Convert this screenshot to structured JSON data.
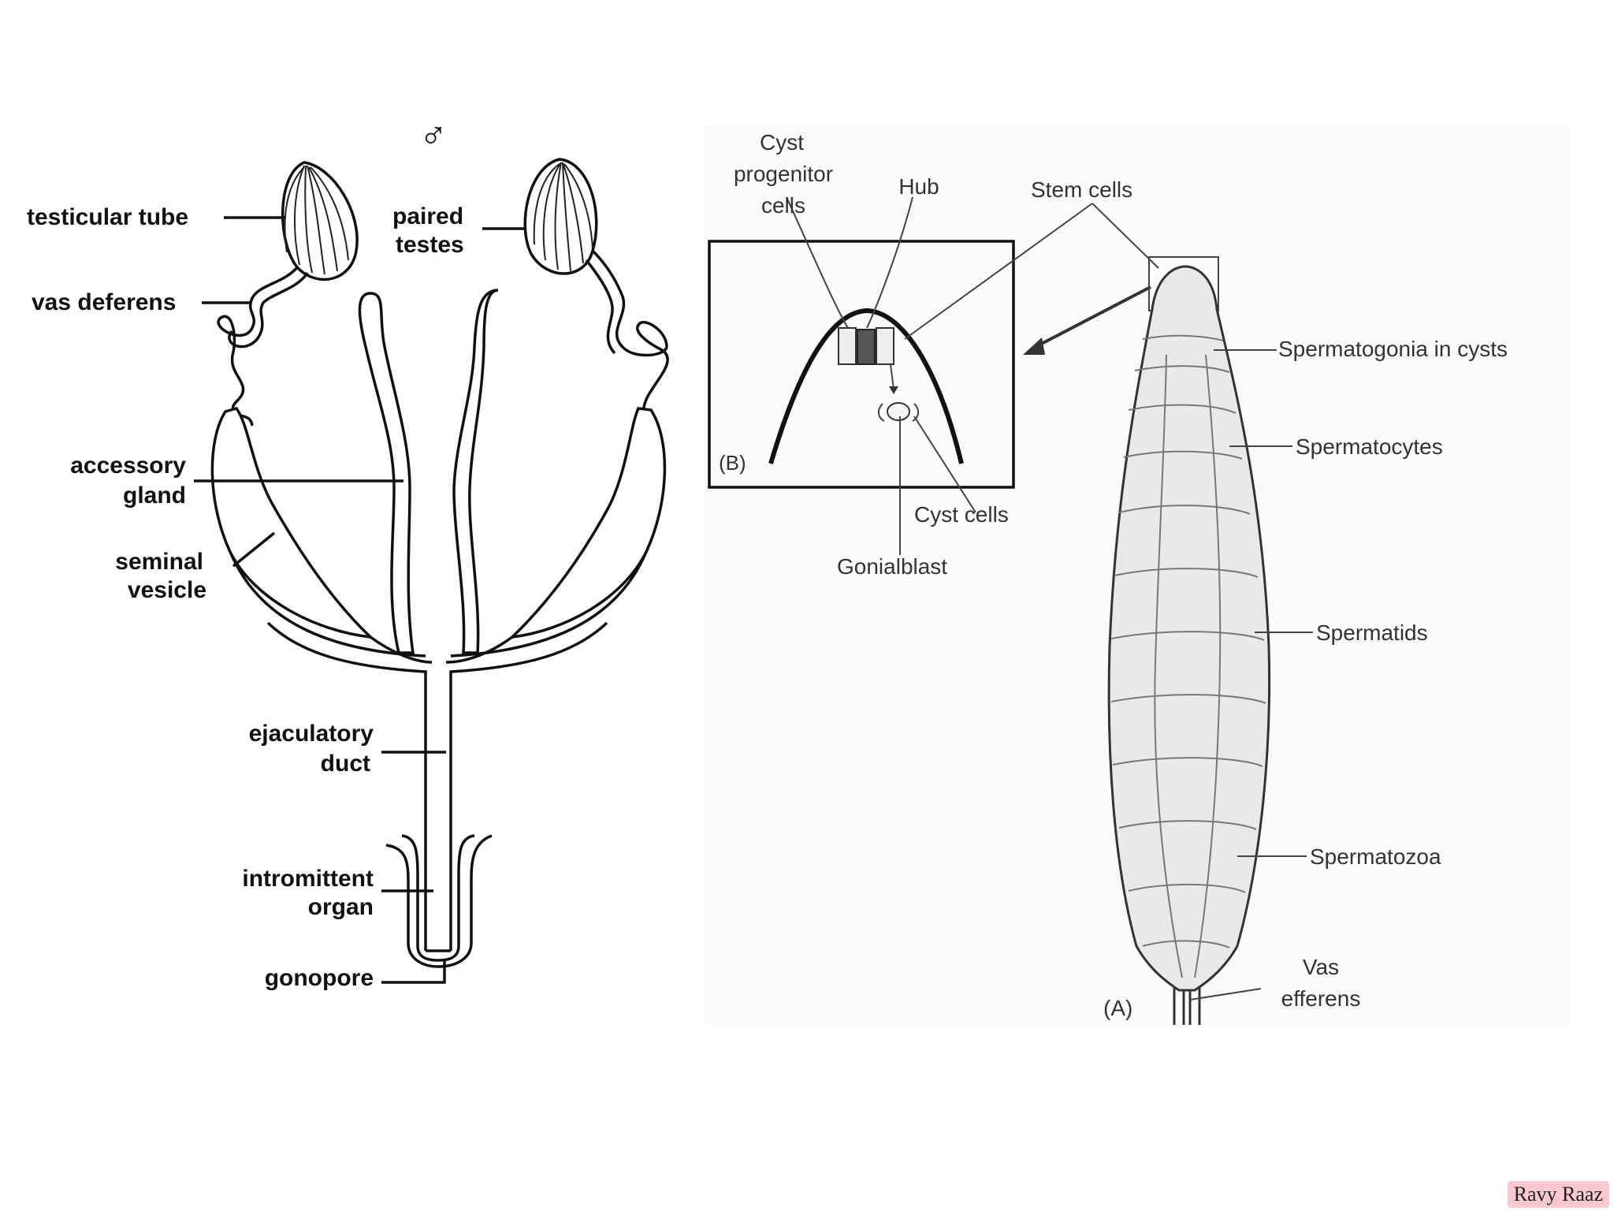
{
  "diagram_left": {
    "symbol": "♂",
    "labels": {
      "testicular_tube": "testicular tube",
      "paired_l1": "paired",
      "paired_l2": "testes",
      "vas_deferens": "vas deferens",
      "accessory_l1": "accessory",
      "accessory_l2": "gland",
      "seminal_l1": "seminal",
      "seminal_l2": "vesicle",
      "ejac_l1": "ejaculatory",
      "ejac_l2": "duct",
      "intro_l1": "intromittent",
      "intro_l2": "organ",
      "gonopore": "gonopore"
    }
  },
  "diagram_right": {
    "labels": {
      "cyst_l1": "Cyst",
      "cyst_l2": "progenitor",
      "cyst_l3": "cells",
      "hub": "Hub",
      "stem_cells": "Stem cells",
      "panel_b": "(B)",
      "cyst_cells": "Cyst cells",
      "gonialblast": "Gonialblast",
      "spermatogonia": "Spermatogonia in cysts",
      "spermatocytes": "Spermatocytes",
      "spermatids": "Spermatids",
      "spermatozoa": "Spermatozoa",
      "vas_l1": "Vas",
      "vas_l2": "efferens",
      "panel_a": "(A)"
    }
  },
  "watermark": "Ravy Raaz"
}
